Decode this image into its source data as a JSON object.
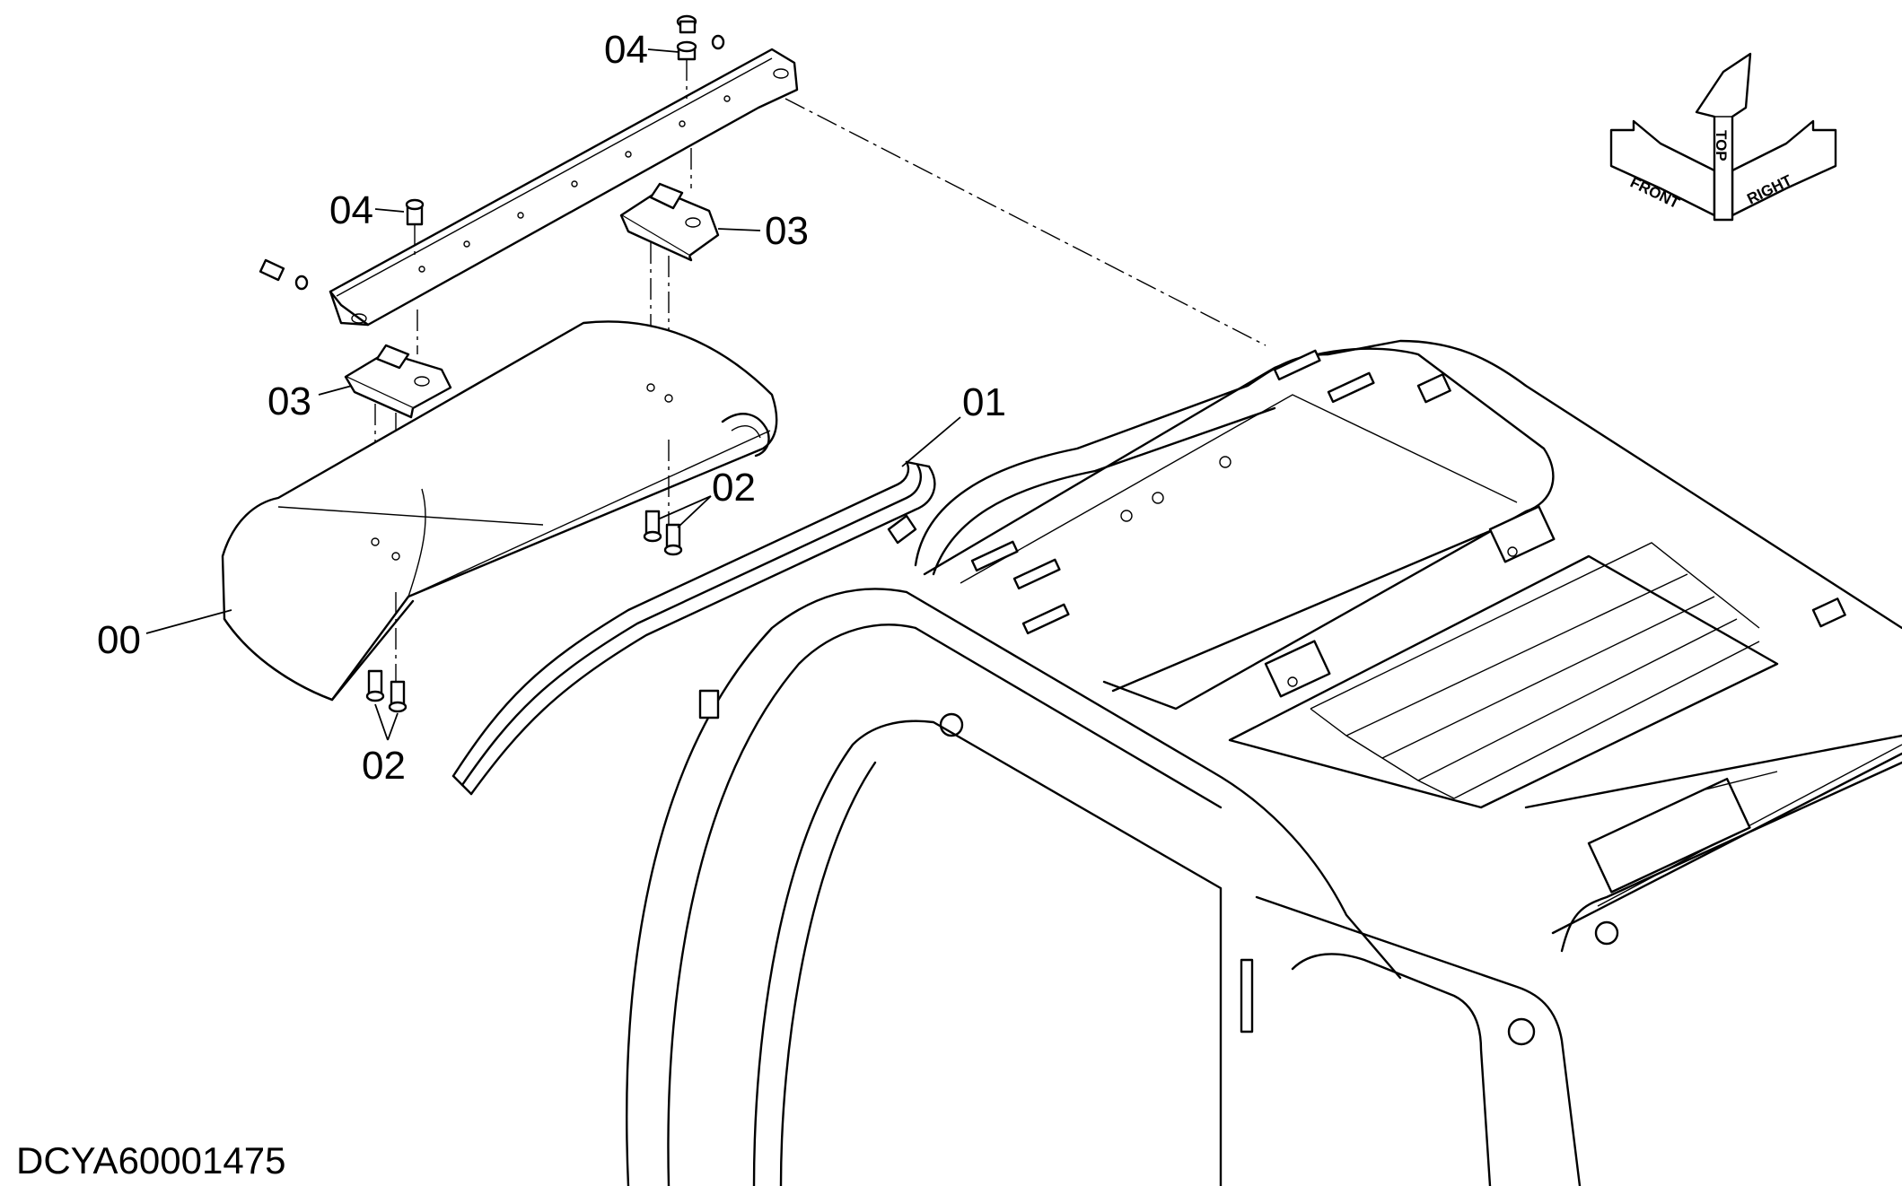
{
  "diagram": {
    "callouts": {
      "c00": "00",
      "c01": "01",
      "c02a": "02",
      "c02b": "02",
      "c03a": "03",
      "c03b": "03",
      "c04a": "04",
      "c04b": "04"
    },
    "orientation": {
      "front": "FRONT",
      "top": "TOP",
      "right": "RIGHT"
    },
    "drawing_code": "DCYA60001475"
  }
}
